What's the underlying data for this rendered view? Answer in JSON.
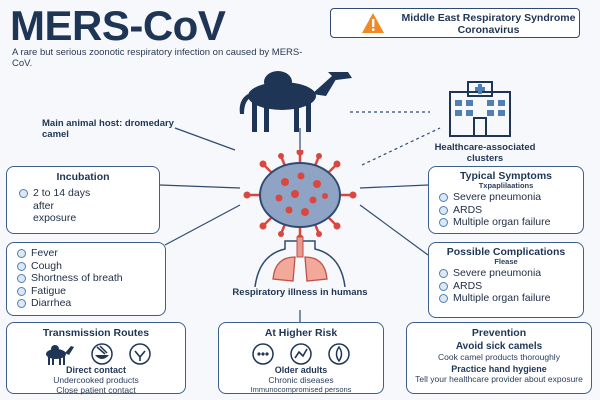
{
  "header": {
    "title": "MERS-CoV",
    "badge_text": "Middle East Respiratory Syndrome Coronavirus",
    "subtitle": "A rare but serious zoonotic respiratory infection on caused by MERS-CoV."
  },
  "host": {
    "label": "Main animal host: dromedary camel"
  },
  "healthcare": {
    "label": "Healthcare-associated clusters"
  },
  "incubation": {
    "title": "Incubation",
    "items": [
      "2 to 14 days after exposure"
    ]
  },
  "symptoms_list": {
    "items": [
      "Fever",
      "Cough",
      "Shortness of breath",
      "Fatigue",
      "Diarrhea"
    ]
  },
  "typical": {
    "title": "Typical Symptoms",
    "subtitle": "Txpaplilaations",
    "items": [
      "Severe pneumonia",
      "ARDS",
      "Multiple organ failure"
    ]
  },
  "complications": {
    "title": "Possible Complications",
    "subtitle": "Flease",
    "items": [
      "Severe pneumonia",
      "ARDS",
      "Multiple organ failure"
    ]
  },
  "lungs": {
    "label": "Respiratory illness in humans"
  },
  "transmission": {
    "title": "Transmission Routes",
    "line1": "Direct contact",
    "line2": "Undercooked products",
    "line3": "Close patient contact"
  },
  "risk": {
    "title": "At Higher Risk",
    "line1": "Older adults",
    "line2": "Chronic diseases",
    "line3": "Immunocompromised persons"
  },
  "prevention": {
    "title": "Prevention",
    "line1": "Avoid sick camels",
    "line2": "Cook camel products thoroughly",
    "line3": "Practice hand hygiene",
    "line4": "Tell your healthcare provider about exposure"
  },
  "colors": {
    "navy": "#1f3556",
    "virus": "#d9473f",
    "accent": "#4f7fb3",
    "warning": "#f08a24"
  }
}
